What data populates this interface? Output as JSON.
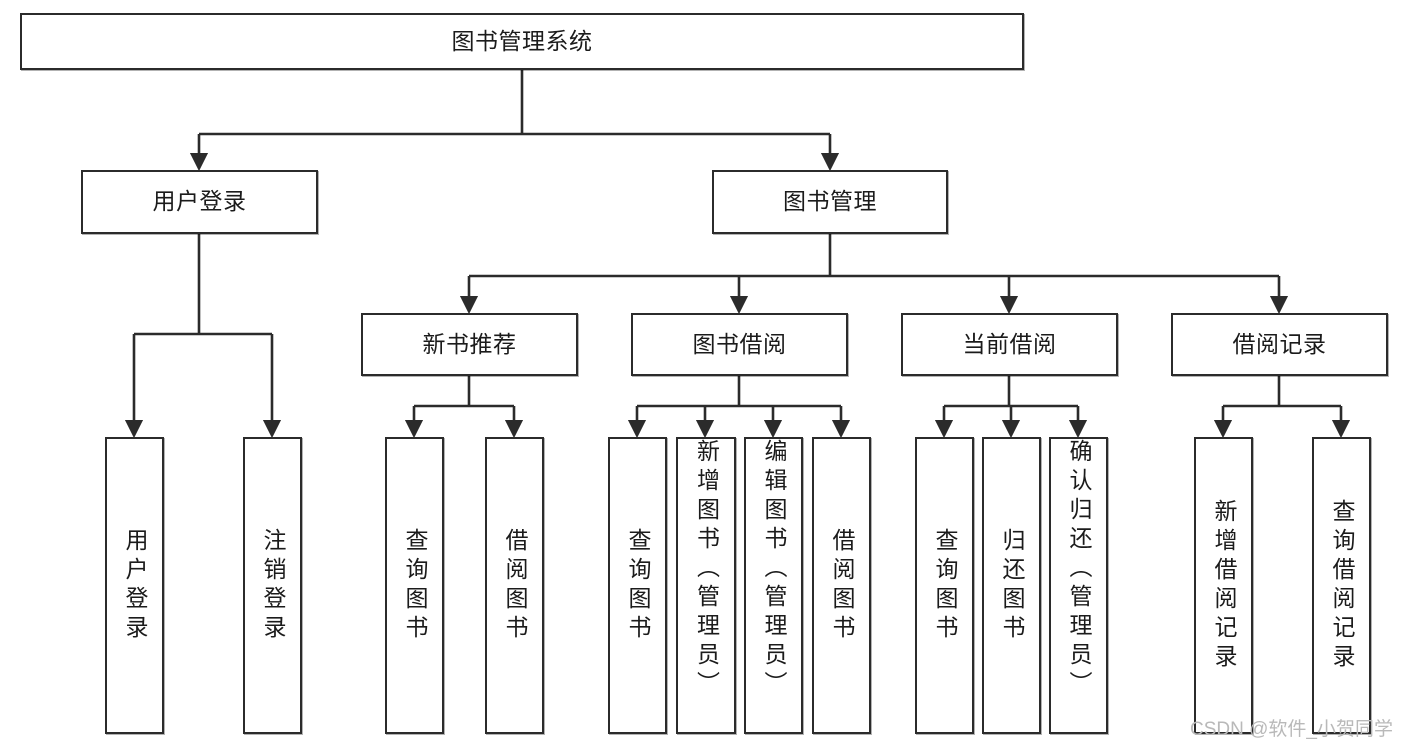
{
  "diagram": {
    "title_node": {
      "label": "图书管理系统"
    },
    "level2": [
      {
        "id": "user-login",
        "label": "用户登录"
      },
      {
        "id": "book-management",
        "label": "图书管理"
      }
    ],
    "level3": [
      {
        "id": "new-book-recommend",
        "label": "新书推荐"
      },
      {
        "id": "book-borrow",
        "label": "图书借阅"
      },
      {
        "id": "current-borrow",
        "label": "当前借阅"
      },
      {
        "id": "borrow-record",
        "label": "借阅记录"
      }
    ],
    "leaves": [
      {
        "id": "leaf-user-login",
        "label": "用户登录"
      },
      {
        "id": "leaf-logout-login",
        "label": "注销登录"
      },
      {
        "id": "leaf-query-book-1",
        "label": "查询图书"
      },
      {
        "id": "leaf-borrow-book-1",
        "label": "借阅图书"
      },
      {
        "id": "leaf-query-book-2",
        "label": "查询图书"
      },
      {
        "id": "leaf-add-book-admin",
        "label": "新增图书（管理员）"
      },
      {
        "id": "leaf-edit-book-admin",
        "label": "编辑图书（管理员）"
      },
      {
        "id": "leaf-borrow-book-2",
        "label": "借阅图书"
      },
      {
        "id": "leaf-query-book-3",
        "label": "查询图书"
      },
      {
        "id": "leaf-return-book",
        "label": "归还图书"
      },
      {
        "id": "leaf-confirm-return-admin",
        "label": "确认归还（管理员）"
      },
      {
        "id": "leaf-add-borrow-record",
        "label": "新增借阅记录"
      },
      {
        "id": "leaf-query-borrow-record",
        "label": "查询借阅记录"
      }
    ],
    "colors": {
      "stroke": "#2b2b2b",
      "fill": "#ffffff",
      "text": "#1b1b1b",
      "watermark": "#b9b9b9"
    }
  },
  "watermark": {
    "text": "CSDN @软件_小贺同学"
  }
}
